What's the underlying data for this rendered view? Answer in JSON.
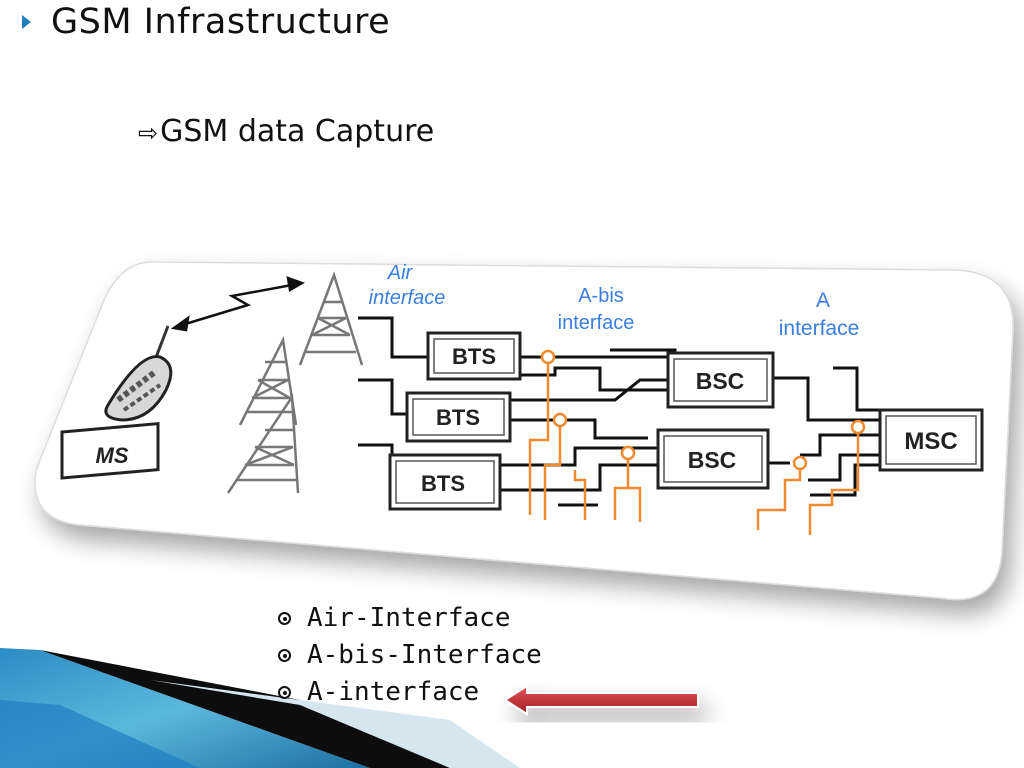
{
  "slide": {
    "title": "GSM Infrastructure",
    "subtitle": "GSM data Capture",
    "subtitle_arrow": "⇨"
  },
  "diagram": {
    "nodes": {
      "ms": "MS",
      "bts": [
        "BTS",
        "BTS",
        "BTS"
      ],
      "bsc": [
        "BSC",
        "BSC"
      ],
      "msc": "MSC"
    },
    "interfaces": {
      "air": [
        "Air",
        "interface"
      ],
      "abis": [
        "A-bis",
        "interface"
      ],
      "a": [
        "A",
        "interface"
      ]
    },
    "colors": {
      "interface_label": "#3a7fe0",
      "tap_lines": "#f08a2c",
      "arrow": "#c0262b"
    }
  },
  "bullets": [
    {
      "label": "Air-Interface"
    },
    {
      "label": "A-bis-Interface"
    },
    {
      "label": "A-interface"
    }
  ],
  "icons": {
    "title_bullet": "triangle-right-icon",
    "list_bullet": "radio-bullet-icon",
    "pointer": "red-arrow-left-icon"
  }
}
